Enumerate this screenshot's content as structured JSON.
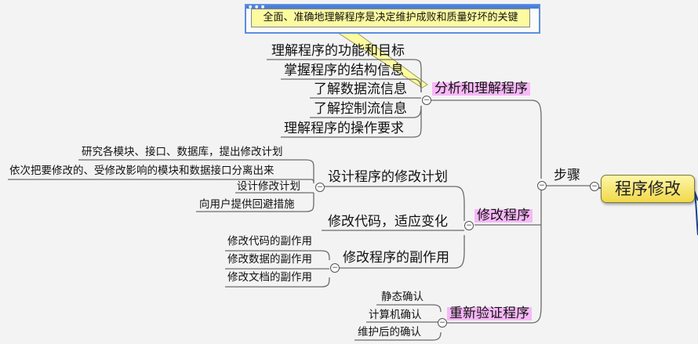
{
  "root": "程序修改",
  "callout": "全面、准确地理解程序是决定维护成败和质量好坏的关键",
  "steps": "步骤",
  "analyze": {
    "title": "分析和理解程序",
    "items": [
      "理解程序的功能和目标",
      "掌握程序的结构信息",
      "了解数据流信息",
      "了解控制流信息",
      "理解程序的操作要求"
    ]
  },
  "modify": {
    "title": "修改程序",
    "plan": {
      "title": "设计程序的修改计划",
      "items": [
        "研究各模块、接口、数据库，提出修改计划",
        "依次把要修改的、受修改影响的模块和数据接口分离出来",
        "设计修改计划",
        "向用户提供回避措施"
      ]
    },
    "code": "修改代码，适应变化",
    "side": {
      "title": "修改程序的副作用",
      "items": [
        "修改代码的副作用",
        "修改数据的副作用",
        "修改文档的副作用"
      ]
    }
  },
  "verify": {
    "title": "重新验证程序",
    "items": [
      "静态确认",
      "计算机确认",
      "维护后的确认"
    ]
  },
  "colors": {
    "line": "#6b6b6b",
    "highlight": "#f7b8f7",
    "root_fill": "#f4de5a",
    "callout_fill": "#fdfba0",
    "connector": "#1c3f8c"
  }
}
